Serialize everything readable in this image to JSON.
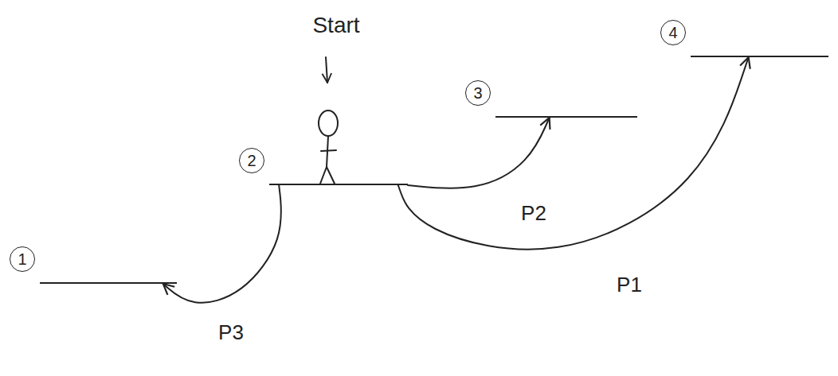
{
  "diagram": {
    "nodes": [
      {
        "text": [
          "1"
        ]
      },
      {
        "text": [
          "2"
        ]
      },
      {
        "text": [
          "3"
        ]
      },
      {
        "text": [
          "4"
        ]
      }
    ],
    "edges": [
      {
        "from": 1,
        "to": 2,
        "arrow": "to",
        "label": "P2"
      },
      {
        "from": 1,
        "to": 3,
        "arrow": "to",
        "label": "P1"
      },
      {
        "from": 1,
        "to": 0,
        "arrow": "to",
        "label": "P3"
      }
    ],
    "labels": [
      "Start"
    ]
  }
}
